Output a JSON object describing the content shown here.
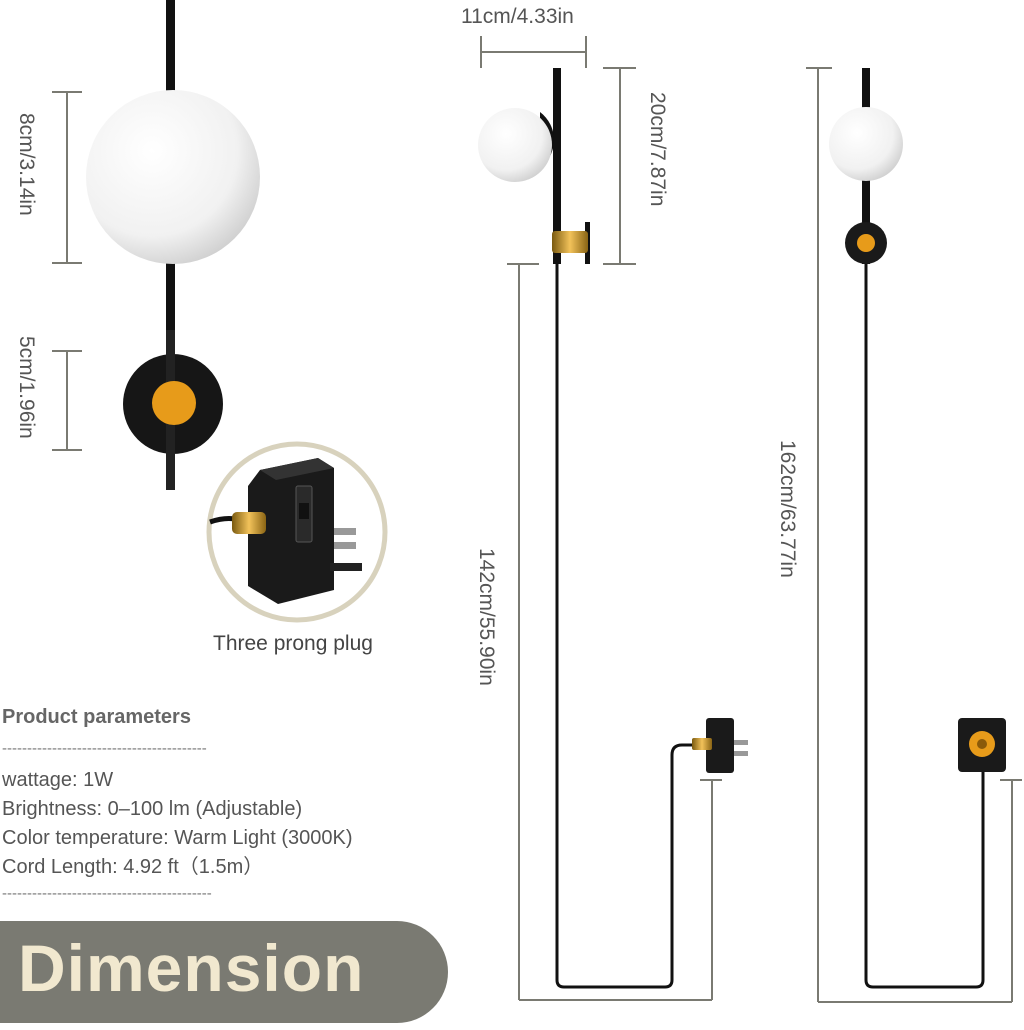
{
  "dimensions": {
    "globe_height": "8cm/3.14in",
    "base_height": "5cm/1.96in",
    "width": "11cm/4.33in",
    "fixture_height": "20cm/7.87in",
    "cord_length_left": "142cm/55.90in",
    "cord_length_right": "162cm/63.77in"
  },
  "plug_caption": "Three prong plug",
  "params": {
    "title": "Product parameters",
    "rule_top": "-----------------------------------------",
    "rows": [
      "wattage: 1W",
      "Brightness: 0–100 lm (Adjustable)",
      "Color temperature: Warm Light (3000K)",
      "Cord Length: 4.92 ft（1.5m）"
    ],
    "rule_bottom": "------------------------------------------"
  },
  "banner_text": "Dimension",
  "colors": {
    "accent_brass": "#e79b1a",
    "fixture_black": "#111111",
    "dimension_line": "#7a7a72",
    "banner_bg": "#7a7a72",
    "banner_text": "#f1e8cf"
  }
}
